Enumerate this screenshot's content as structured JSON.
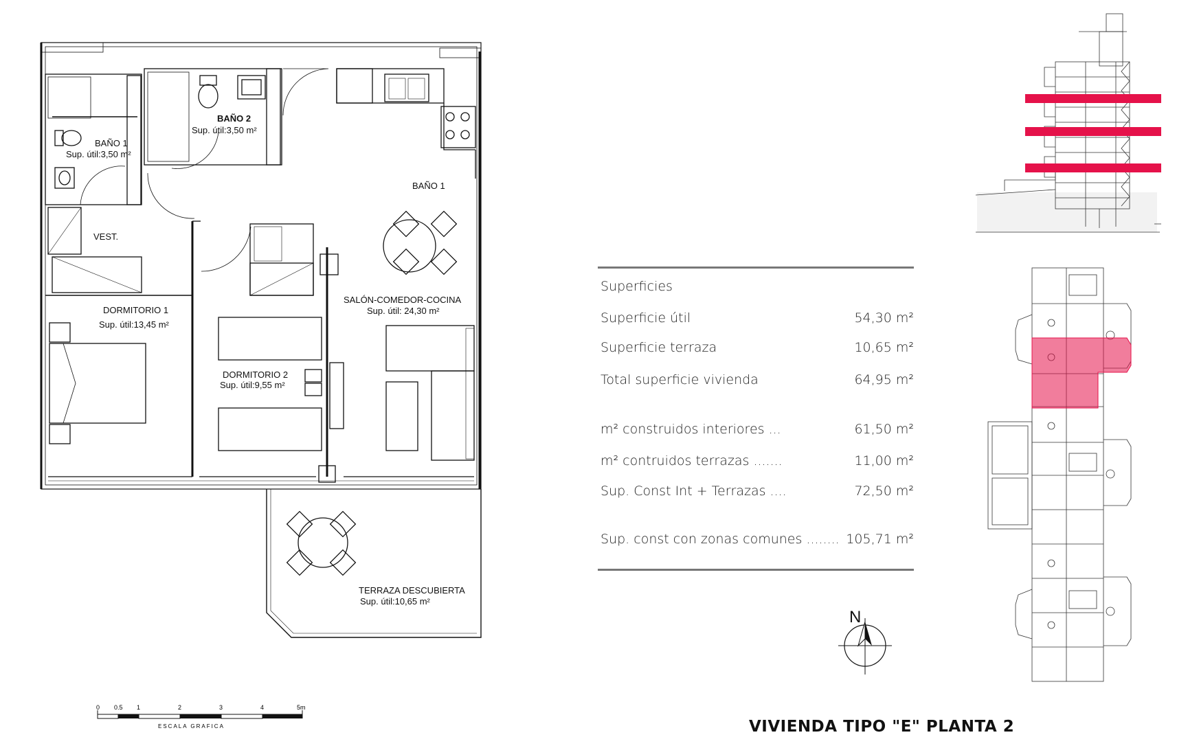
{
  "rooms": [
    {
      "name": "BAÑO 1",
      "area": "Sup. útil:3,50 m²"
    },
    {
      "name": "BAÑO 2",
      "area": "Sup. útil:3,50 m²"
    },
    {
      "name": "BAÑO 1",
      "area": ""
    },
    {
      "name": "VEST.",
      "area": ""
    },
    {
      "name": "DORMITORIO 1",
      "area": "Sup. útil:13,45 m²"
    },
    {
      "name": "DORMITORIO 2",
      "area": "Sup. útil:9,55 m²"
    },
    {
      "name": "SALÓN-COMEDOR-COCINA",
      "area": "Sup. útil: 24,30 m²"
    },
    {
      "name": "TERRAZA DESCUBIERTA",
      "area": "Sup. útil:10,65 m²"
    }
  ],
  "scale_bar": {
    "ticks": [
      "0",
      "0.5",
      "1",
      "2",
      "3",
      "4",
      "5m"
    ],
    "label": "ESCALA GRAFICA"
  },
  "areas": {
    "heading": "Superficies",
    "rows": [
      {
        "label": "Superficie útil",
        "value": "54,30 m²"
      },
      {
        "label": "Superficie terraza",
        "value": "10,65 m²"
      },
      {
        "label": "Total superficie vivienda",
        "value": "64,95 m²"
      },
      {
        "label": "m² construidos interiores ...",
        "value": "61,50 m²"
      },
      {
        "label": "m² contruidos terrazas .......",
        "value": "11,00 m²"
      },
      {
        "label": "Sup. Const Int + Terrazas ....",
        "value": "72,50 m²"
      },
      {
        "label": "Sup. const con zonas comunes ........",
        "value": "105,71 m²"
      }
    ]
  },
  "compass": {
    "label": "N"
  },
  "title": "VIVIENDA TIPO \"E\" PLANTA 2",
  "colors": {
    "highlight": "#e5124a",
    "unit_fill": "#e87f95",
    "walls": "#111111",
    "rule": "#777777"
  }
}
